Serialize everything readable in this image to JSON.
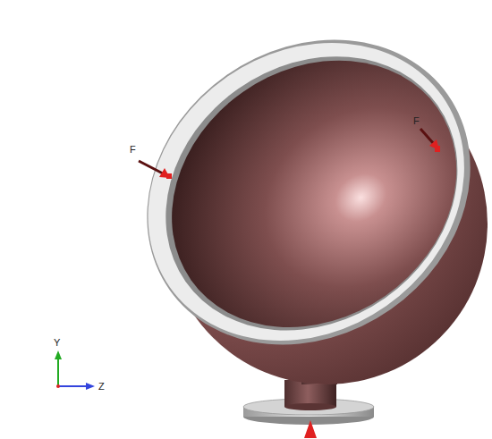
{
  "diagram": {
    "labels": [
      "F",
      "F",
      "Y",
      "Z"
    ]
  }
}
